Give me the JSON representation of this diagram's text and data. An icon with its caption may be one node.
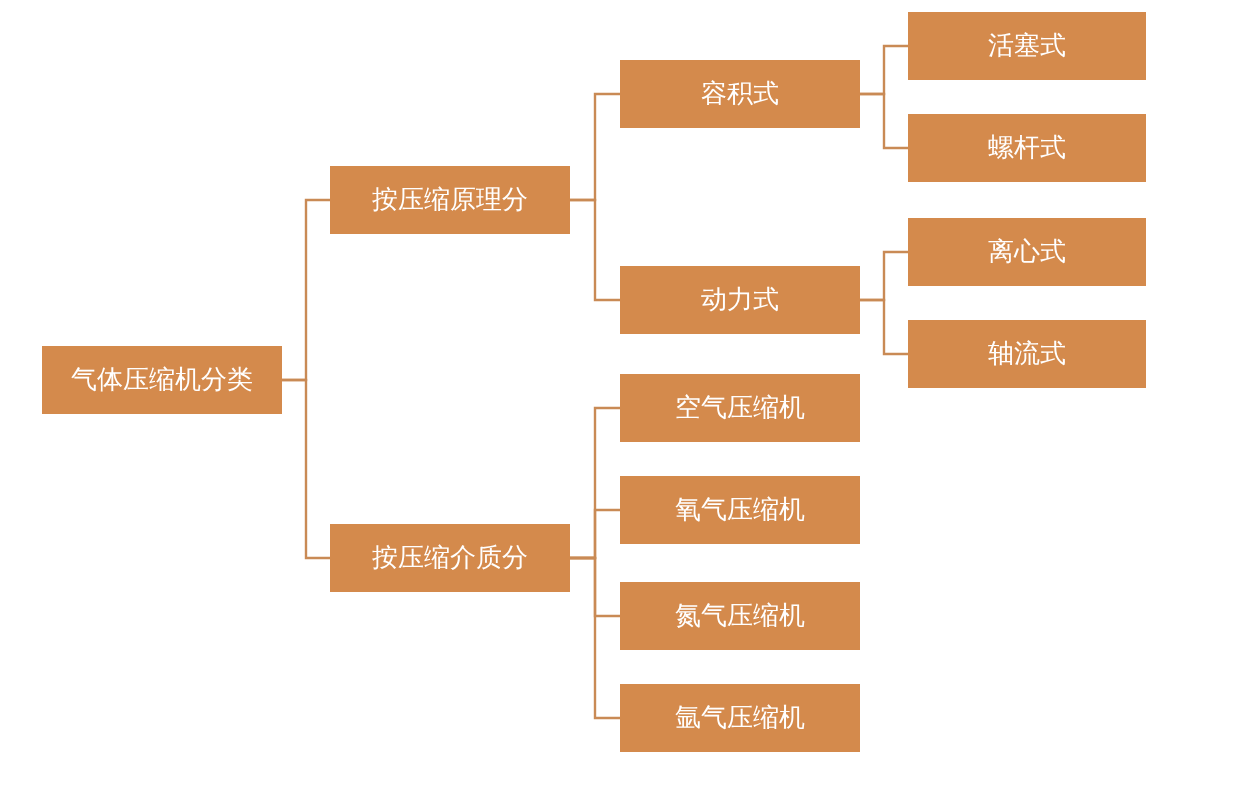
{
  "diagram": {
    "nodes": [
      {
        "text": [
          "气体压缩机分类"
        ]
      },
      {
        "text": [
          "按压缩原理分"
        ]
      },
      {
        "text": [
          "按压缩介质分"
        ]
      },
      {
        "text": [
          "容积式"
        ]
      },
      {
        "text": [
          "动力式"
        ]
      },
      {
        "text": [
          "活塞式"
        ]
      },
      {
        "text": [
          "螺杆式"
        ]
      },
      {
        "text": [
          "离心式"
        ]
      },
      {
        "text": [
          "轴流式"
        ]
      },
      {
        "text": [
          "空气压缩机"
        ]
      },
      {
        "text": [
          "氧气压缩机"
        ]
      },
      {
        "text": [
          "氮气压缩机"
        ]
      },
      {
        "text": [
          "氩气压缩机"
        ]
      }
    ],
    "edges": [
      {
        "from": 0,
        "to": 1,
        "arrow": "none"
      },
      {
        "from": 0,
        "to": 2,
        "arrow": "none"
      },
      {
        "from": 1,
        "to": 3,
        "arrow": "none"
      },
      {
        "from": 1,
        "to": 4,
        "arrow": "none"
      },
      {
        "from": 3,
        "to": 5,
        "arrow": "none"
      },
      {
        "from": 3,
        "to": 6,
        "arrow": "none"
      },
      {
        "from": 4,
        "to": 7,
        "arrow": "none"
      },
      {
        "from": 4,
        "to": 8,
        "arrow": "none"
      },
      {
        "from": 2,
        "to": 9,
        "arrow": "none"
      },
      {
        "from": 2,
        "to": 10,
        "arrow": "none"
      },
      {
        "from": 2,
        "to": 11,
        "arrow": "none"
      },
      {
        "from": 2,
        "to": 12,
        "arrow": "none"
      }
    ]
  }
}
